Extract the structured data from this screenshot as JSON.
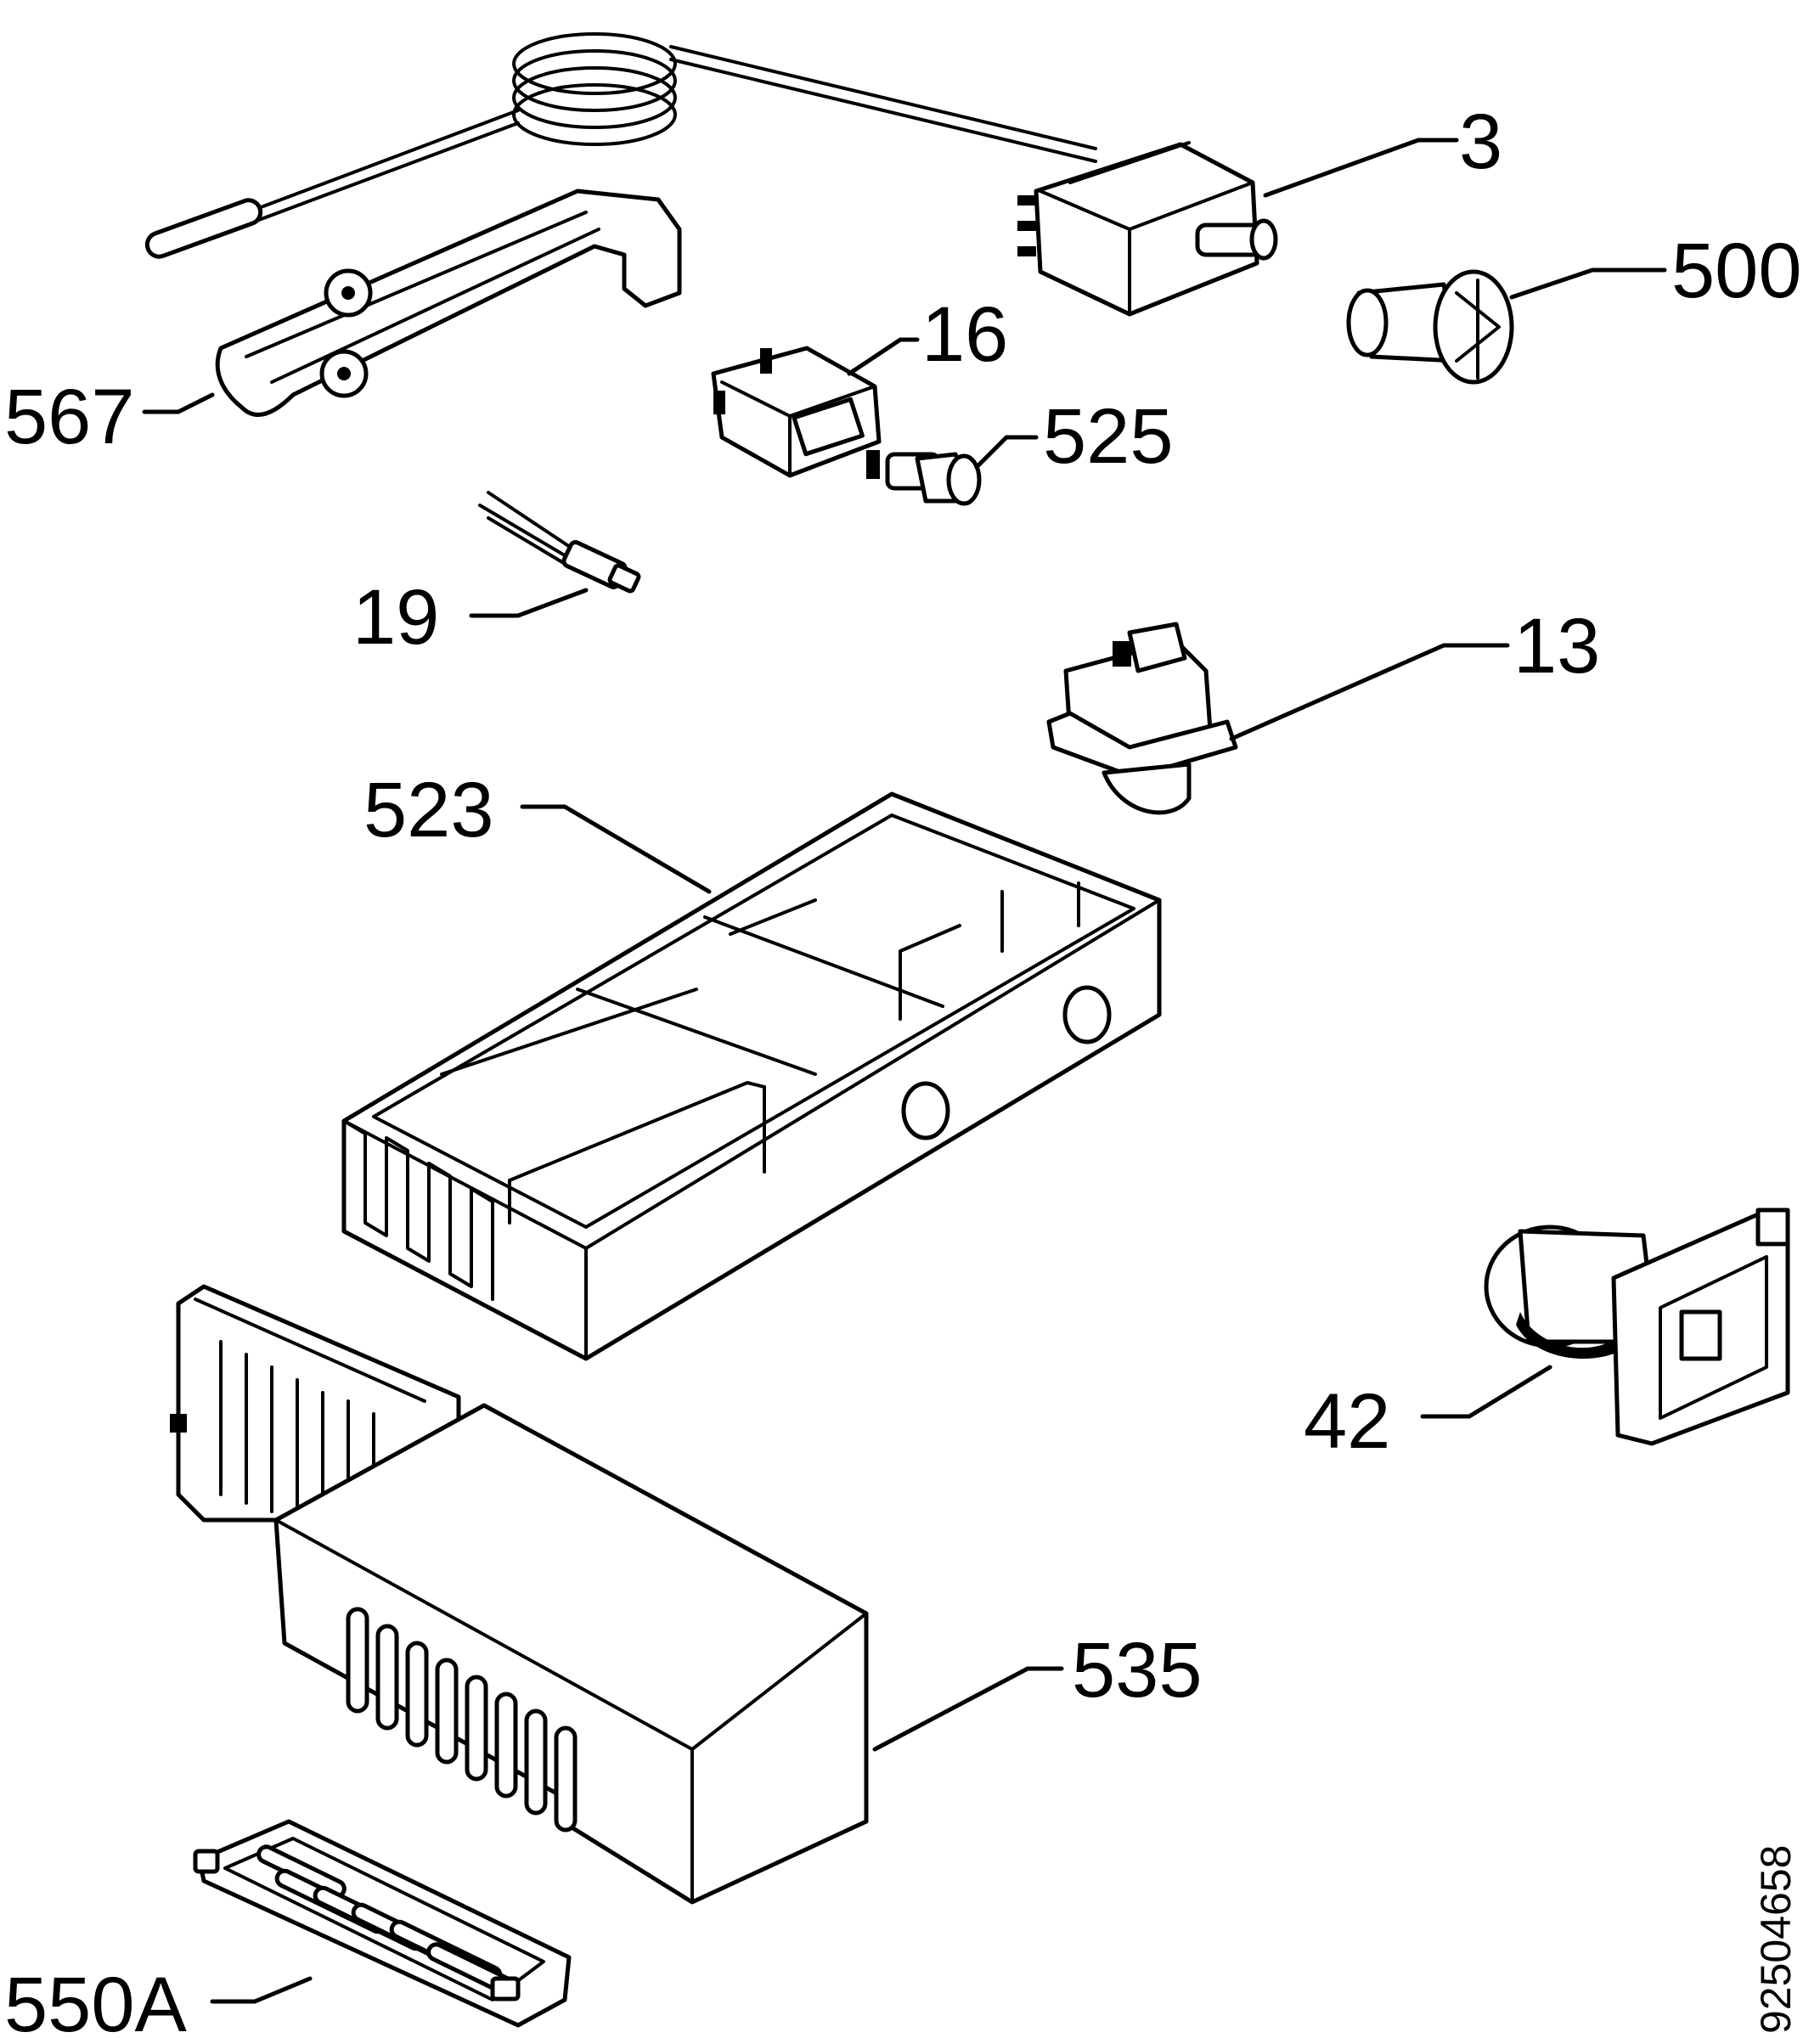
{
  "callouts": [
    {
      "id": "3",
      "label": "3"
    },
    {
      "id": "500",
      "label": "500"
    },
    {
      "id": "16",
      "label": "16"
    },
    {
      "id": "567",
      "label": "567"
    },
    {
      "id": "525",
      "label": "525"
    },
    {
      "id": "19",
      "label": "19"
    },
    {
      "id": "13",
      "label": "13"
    },
    {
      "id": "523",
      "label": "523"
    },
    {
      "id": "42",
      "label": "42"
    },
    {
      "id": "535",
      "label": "535"
    },
    {
      "id": "550A",
      "label": "550A"
    }
  ],
  "drawing_number": "92504658"
}
